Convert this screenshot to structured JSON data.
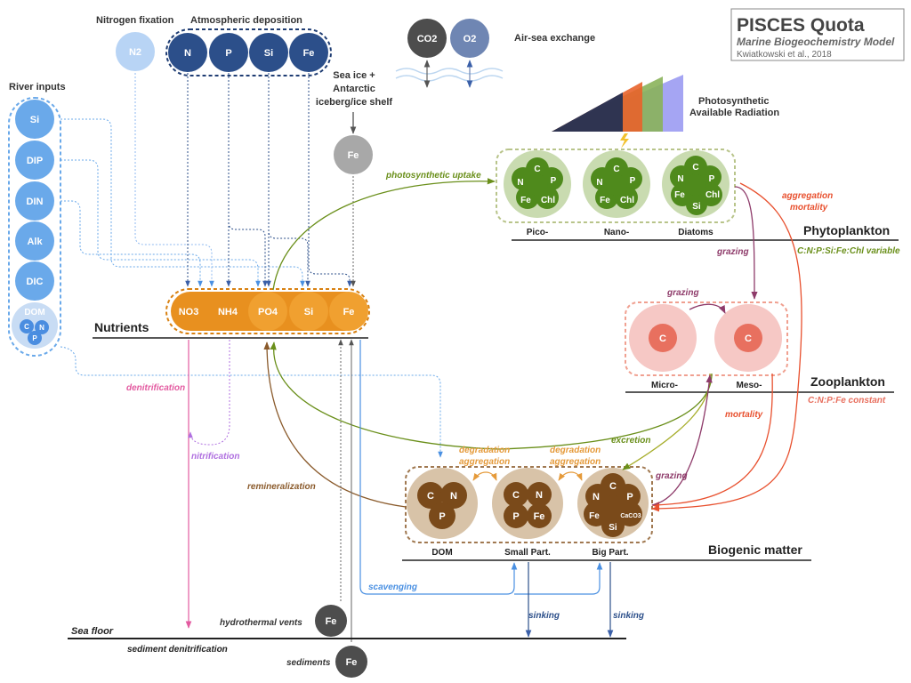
{
  "title_box": {
    "title": "PISCES Quota",
    "subtitle": "Marine Biogeochemistry Model",
    "citation": "Kwiatkowski et al., 2018"
  },
  "atmosphere": {
    "nitrogen_fixation_label": "Nitrogen fixation",
    "n2": "N2",
    "deposition_label": "Atmospheric deposition",
    "deposition": [
      "N",
      "P",
      "Si",
      "Fe"
    ],
    "sea_ice_label": [
      "Sea ice +",
      "Antarctic",
      "iceberg/ice shelf"
    ],
    "sea_ice_fe": "Fe",
    "air_sea_label": "Air-sea exchange",
    "co2": "CO2",
    "o2": "O2"
  },
  "radiation": {
    "label": [
      "Photosynthetic",
      "Available Radiation"
    ]
  },
  "river": {
    "label": "River inputs",
    "items": [
      "Si",
      "DIP",
      "DIN",
      "Alk",
      "DIC"
    ],
    "dom_label": "DOM",
    "dom_sub": [
      "C",
      "N",
      "P"
    ]
  },
  "nutrients": {
    "label": "Nutrients",
    "items": [
      "NO3",
      "NH4",
      "PO4",
      "Si",
      "Fe"
    ]
  },
  "phytoplankton": {
    "label": "Phytoplankton",
    "quota": "C:N:P:Si:Fe:Chl variable",
    "groups": [
      {
        "name": "Pico-",
        "elements": [
          "C",
          "N",
          "P",
          "Fe",
          "Chl"
        ]
      },
      {
        "name": "Nano-",
        "elements": [
          "C",
          "N",
          "P",
          "Fe",
          "Chl"
        ]
      },
      {
        "name": "Diatoms",
        "elements": [
          "C",
          "N",
          "P",
          "Fe",
          "Chl",
          "Si"
        ]
      }
    ]
  },
  "zooplankton": {
    "label": "Zooplankton",
    "quota": "C:N:P:Fe constant",
    "groups": [
      {
        "name": "Micro-",
        "element": "C"
      },
      {
        "name": "Meso-",
        "element": "C"
      }
    ]
  },
  "biogenic": {
    "label": "Biogenic matter",
    "groups": [
      {
        "name": "DOM",
        "elements": [
          "C",
          "N",
          "P"
        ]
      },
      {
        "name": "Small Part.",
        "elements": [
          "C",
          "N",
          "P",
          "Fe"
        ]
      },
      {
        "name": "Big Part.",
        "elements": [
          "C",
          "N",
          "P",
          "Fe",
          "Si",
          "CaCO3"
        ]
      }
    ]
  },
  "processes": {
    "photosynthetic_uptake": "photosynthetic uptake",
    "aggregation": "aggregation",
    "mortality": "mortality",
    "grazing": "grazing",
    "excretion": "excretion",
    "degradation": "degradation",
    "remineralization": "remineralization",
    "denitrification": "denitrification",
    "nitrification": "nitrification",
    "scavenging": "scavenging",
    "sinking": "sinking"
  },
  "seafloor": {
    "label": "Sea floor",
    "sediment_denitrification": "sediment denitrification",
    "hydrothermal_label": "hydrothermal vents",
    "hydrothermal_fe": "Fe",
    "sediments_label": "sediments",
    "sediments_fe": "Fe"
  }
}
